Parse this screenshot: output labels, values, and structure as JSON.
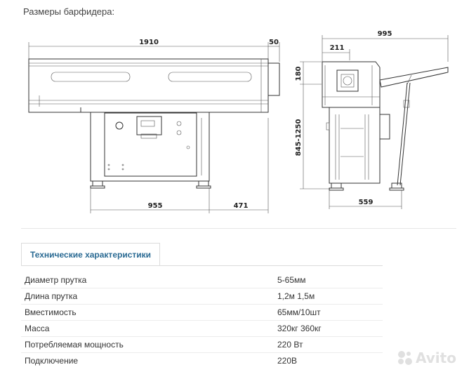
{
  "page": {
    "heading": "Размеры барфидера:"
  },
  "drawing": {
    "dimensions": {
      "total_length": "1910",
      "end_cap": "50",
      "cabinet_width": "955",
      "front_offset": "471",
      "side_total_width": "995",
      "head_width": "211",
      "head_height": "180",
      "height_range": "845-1250",
      "base_width": "559"
    }
  },
  "specs": {
    "tab_label": "Технические характеристики",
    "rows": [
      {
        "name": "Диаметр прутка",
        "value": "5-65мм"
      },
      {
        "name": "Длина прутка",
        "value": "1,2м 1,5м"
      },
      {
        "name": "Вместимость",
        "value": "65мм/10шт"
      },
      {
        "name": "Масса",
        "value": "320кг 360кг"
      },
      {
        "name": "Потребляемая мощность",
        "value": "220 Вт"
      },
      {
        "name": "Подключение",
        "value": "220В"
      }
    ]
  },
  "watermark": {
    "brand": "Avito",
    "icon": "avito-dots-icon"
  }
}
